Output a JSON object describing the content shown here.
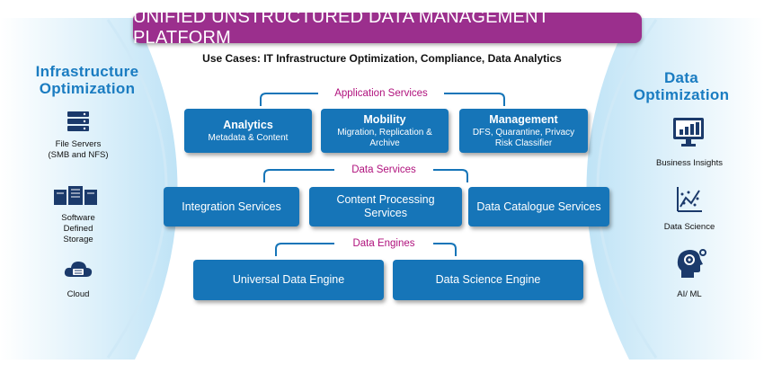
{
  "title": "UNIFIED UNSTRUCTURED DATA MANAGEMENT PLATFORM",
  "use_cases": "Use Cases: IT Infrastructure Optimization, Compliance, Data Analytics",
  "left_panel": {
    "title_line1": "Infrastructure",
    "title_line2": "Optimization",
    "items": [
      {
        "icon": "server-stack-icon",
        "line1": "File Servers",
        "line2": "(SMB and NFS)"
      },
      {
        "icon": "data-center-icon",
        "line1": "Software",
        "line2": "Defined",
        "line3": "Storage"
      },
      {
        "icon": "cloud-icon",
        "line1": "Cloud"
      }
    ]
  },
  "right_panel": {
    "title_line1": "Data",
    "title_line2": "Optimization",
    "items": [
      {
        "icon": "monitor-chart-icon",
        "label": "Business Insights"
      },
      {
        "icon": "scatter-chart-icon",
        "label": "Data Science"
      },
      {
        "icon": "ai-head-icon",
        "label": "AI/ ML"
      }
    ]
  },
  "application_services": {
    "label": "Application Services",
    "boxes": [
      {
        "title": "Analytics",
        "sub1": "Metadata & Content"
      },
      {
        "title": "Mobility",
        "sub1": "Migration, Replication &",
        "sub2": "Archive"
      },
      {
        "title": "Management",
        "sub1": "DFS, Quarantine, Privacy",
        "sub2": "Risk Classifier"
      }
    ]
  },
  "data_services": {
    "label": "Data Services",
    "boxes": [
      {
        "line1": "Integration Services"
      },
      {
        "line1": "Content Processing",
        "line2": "Services"
      },
      {
        "line1": "Data Catalogue Services"
      }
    ]
  },
  "data_engines": {
    "label": "Data Engines",
    "boxes": [
      {
        "line1": "Universal Data Engine"
      },
      {
        "line1": "Data Science Engine"
      }
    ]
  },
  "colors": {
    "banner": "#9b2f8d",
    "box": "#1675b8",
    "section_label": "#b0127d",
    "side_title": "#1a7cc1",
    "icon": "#1b3a6b"
  }
}
